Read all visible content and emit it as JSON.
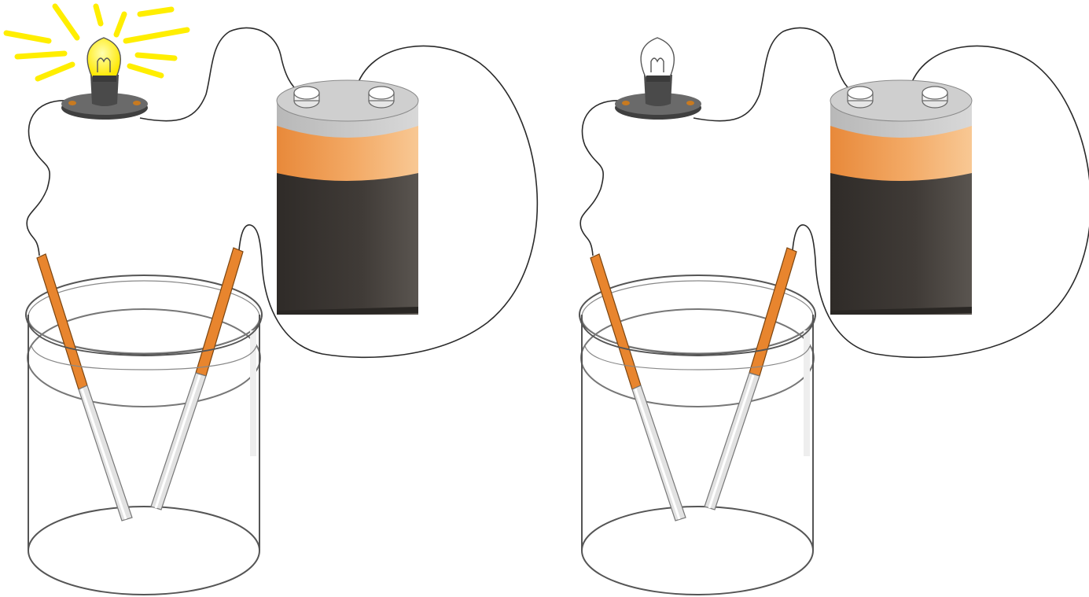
{
  "diagram": {
    "panels": [
      {
        "id": "left",
        "bulb_state": "lit",
        "components": [
          "light-bulb",
          "bulb-socket",
          "battery",
          "beaker",
          "left-electrode",
          "right-electrode",
          "connecting-wires"
        ]
      },
      {
        "id": "right",
        "bulb_state": "unlit",
        "components": [
          "light-bulb",
          "bulb-socket",
          "battery",
          "beaker",
          "left-electrode",
          "right-electrode",
          "connecting-wires"
        ]
      }
    ],
    "colors": {
      "wire": "#2b2b2b",
      "battery_top": "#c8c8c8",
      "battery_band": "#f0a45c",
      "battery_body": "#3e3a36",
      "electrode": "#e8852e",
      "electrode_tip": "#dcdcdc",
      "glow": "#ffee00",
      "bulb_lit": "#fff23a",
      "bulb_unlit": "#ffffff",
      "socket": "#555555",
      "beaker_stroke": "#555555"
    },
    "icons": {
      "bulb": "light-bulb-icon",
      "battery": "battery-icon",
      "beaker": "beaker-icon"
    }
  }
}
